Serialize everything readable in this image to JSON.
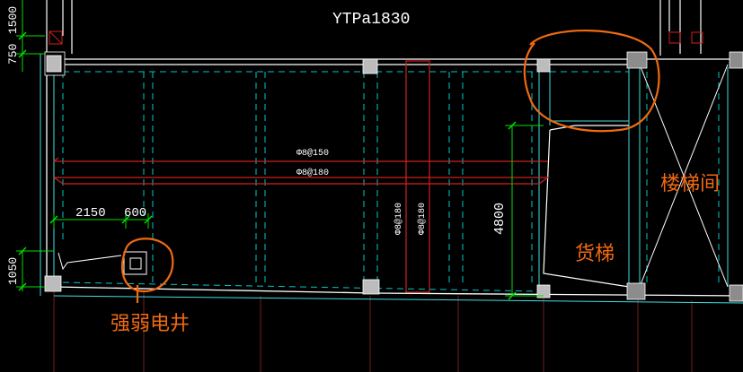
{
  "drawing": {
    "title": "YTPa1830",
    "rebar_horizontal_top": "Φ8@150",
    "rebar_horizontal_bottom": "Φ8@180",
    "rebar_vertical_left": "Φ8@180",
    "rebar_vertical_right": "Φ8@180",
    "dim_top_left": "1500",
    "dim_left_upper": "750",
    "dim_left_lower": "1050",
    "dim_width_1": "2150",
    "dim_width_2": "600",
    "dim_height": "4800"
  },
  "annotations": {
    "shaft_label": "强弱电井",
    "freight_elevator_label": "货梯",
    "stairwell_label": "楼梯间"
  },
  "colors": {
    "background": "#000000",
    "wall": "#ffffff",
    "dashed": "#00d0d0",
    "cyan": "#40e0e0",
    "dimension": "#00ff00",
    "rebar": "#d02020",
    "annotation": "#f06a10",
    "column": "#c8c8c8"
  }
}
